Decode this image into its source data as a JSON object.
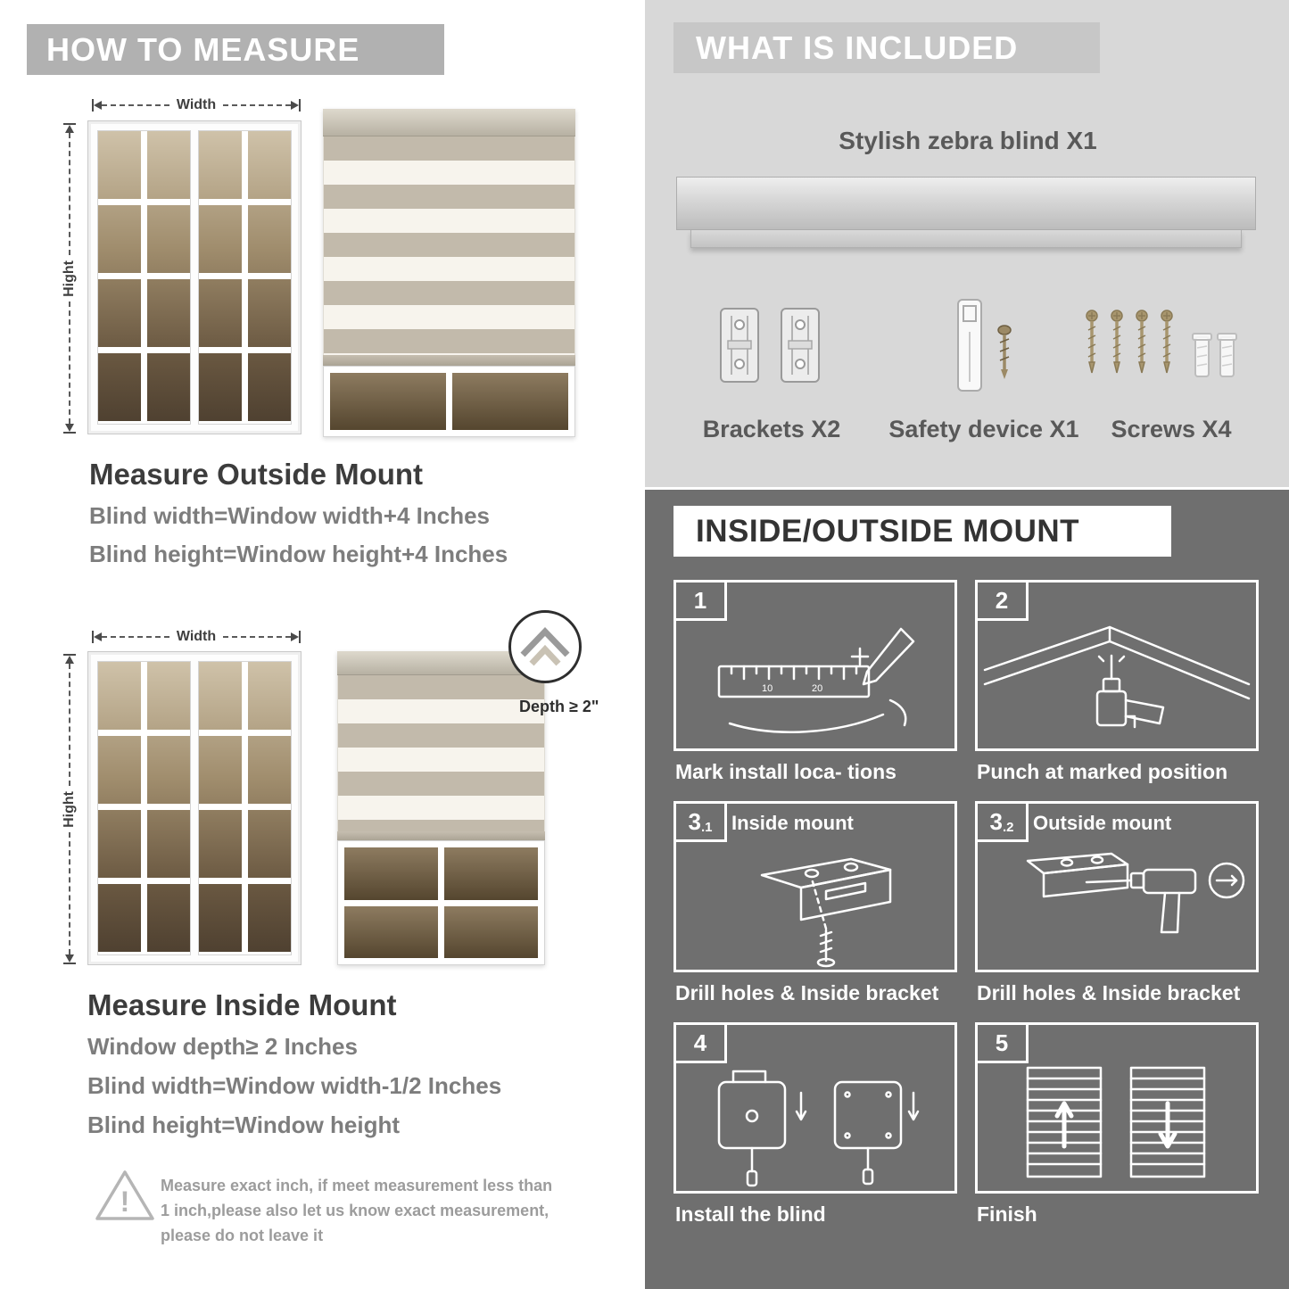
{
  "left": {
    "header": "HOW TO MEASURE",
    "width_label": "Width",
    "height_label": "Hight",
    "outside": {
      "title": "Measure Outside Mount",
      "line1": "Blind width=Window width+4 Inches",
      "line2": "Blind height=Window height+4 Inches"
    },
    "depth_label": "Depth ≥ 2\"",
    "inside": {
      "title": "Measure Inside Mount",
      "line1": "Window depth≥ 2 Inches",
      "line2": "Blind width=Window width-1/2 Inches",
      "line3": "Blind height=Window height"
    },
    "note": "Measure exact inch, if meet measurement less than 1 inch,please also let us know exact measurement, please do not leave it"
  },
  "included": {
    "header": "WHAT IS INCLUDED",
    "product": "Stylish zebra blind X1",
    "items": [
      {
        "label": "Brackets X2"
      },
      {
        "label": "Safety device X1"
      },
      {
        "label": "Screws X4"
      }
    ]
  },
  "mount": {
    "header": "INSIDE/OUTSIDE MOUNT",
    "steps": [
      {
        "num": "1",
        "sub": "",
        "label": "",
        "caption": "Mark install loca- tions"
      },
      {
        "num": "2",
        "sub": "",
        "label": "",
        "caption": "Punch at marked position"
      },
      {
        "num": "3",
        "sub": ".1",
        "label": "Inside mount",
        "caption": "Drill holes & Inside bracket"
      },
      {
        "num": "3",
        "sub": ".2",
        "label": "Outside mount",
        "caption": "Drill holes & Inside bracket"
      },
      {
        "num": "4",
        "sub": "",
        "label": "",
        "caption": "Install the blind"
      },
      {
        "num": "5",
        "sub": "",
        "label": "",
        "caption": "Finish"
      }
    ]
  },
  "colors": {
    "banner_gray": "#b1b1b1",
    "included_bg": "#d8d8d8",
    "included_banner": "#c7c7c7",
    "dark_section": "#6f6f6f",
    "title_text": "#3c3c3c",
    "formula_text": "#7d7d7d",
    "label_text": "#595959",
    "white": "#ffffff"
  }
}
